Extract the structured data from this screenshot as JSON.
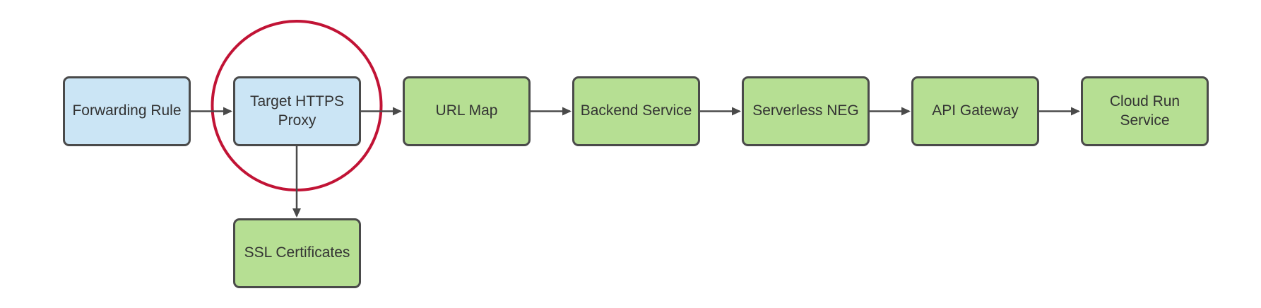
{
  "diagram": {
    "description": "GCP HTTPS load balancing flow with Target HTTPS Proxy highlighted",
    "nodes": [
      {
        "id": "forwarding-rule",
        "label": "Forwarding Rule",
        "type": "blue"
      },
      {
        "id": "target-https-proxy",
        "label": "Target HTTPS\nProxy",
        "type": "blue",
        "highlighted": true
      },
      {
        "id": "url-map",
        "label": "URL Map",
        "type": "green"
      },
      {
        "id": "backend-service",
        "label": "Backend Service",
        "type": "green"
      },
      {
        "id": "serverless-neg",
        "label": "Serverless NEG",
        "type": "green"
      },
      {
        "id": "api-gateway",
        "label": "API Gateway",
        "type": "green"
      },
      {
        "id": "cloud-run-service",
        "label": "Cloud Run\nService",
        "type": "green"
      },
      {
        "id": "ssl-certificates",
        "label": "SSL Certificates",
        "type": "green"
      }
    ],
    "edges": [
      {
        "from": "Forwarding Rule",
        "to": "Target HTTPS Proxy"
      },
      {
        "from": "Target HTTPS Proxy",
        "to": "URL Map"
      },
      {
        "from": "URL Map",
        "to": "Backend Service"
      },
      {
        "from": "Backend Service",
        "to": "Serverless NEG"
      },
      {
        "from": "Serverless NEG",
        "to": "API Gateway"
      },
      {
        "from": "API Gateway",
        "to": "Cloud Run Service"
      },
      {
        "from": "Target HTTPS Proxy",
        "to": "SSL Certificates"
      }
    ],
    "annotations": [
      {
        "type": "circle",
        "around": "Target HTTPS Proxy",
        "color": "#c11335"
      }
    ]
  },
  "colors": {
    "canvas-bg": "#ffffff",
    "node-blue": "#cbe5f5",
    "node-green": "#b6df93",
    "stroke": "#4a4a4a",
    "text": "#333333",
    "highlight": "#c11335"
  }
}
